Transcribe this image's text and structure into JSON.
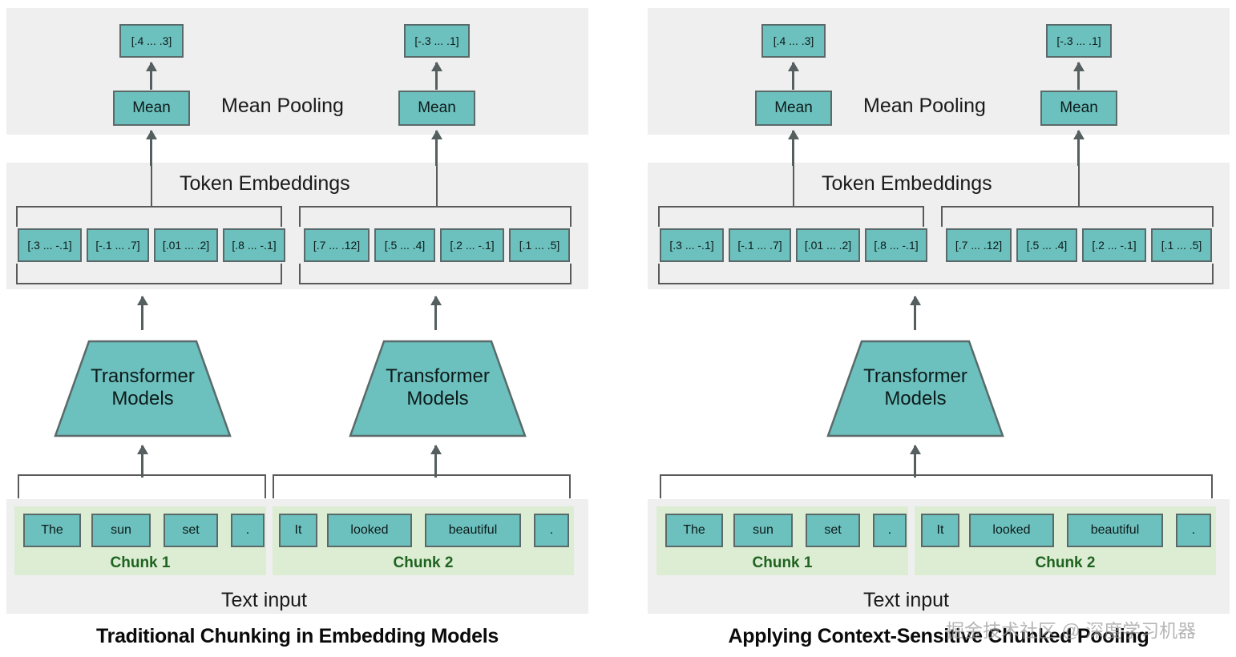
{
  "figure": {
    "left_title": "Traditional Chunking in Embedding Models",
    "right_title": "Applying Context-Sensitive Chunked Pooling",
    "watermark": "掘金技术社区 @ 深度学习机器"
  },
  "colors": {
    "teal_fill": "#6cc0bd",
    "box_border": "#5a6a6a",
    "band_bg": "#efefef",
    "chunk_bg": "#dcedd3",
    "chunk_label": "#1f6320",
    "arrow": "#555f5f",
    "page_bg": "#ffffff"
  },
  "labels": {
    "mean_pooling": "Mean Pooling",
    "token_embeddings": "Token Embeddings",
    "text_input": "Text input",
    "mean": "Mean",
    "transformer_line1": "Transformer",
    "transformer_line2": "Models"
  },
  "output_vectors": [
    {
      "value": "[.4 ... .3]"
    },
    {
      "value": "[-.3 ... .1]"
    }
  ],
  "token_embeddings": {
    "chunk1": [
      "[.3 ... -.1]",
      "[-.1 ... .7]",
      "[.01 ... .2]",
      "[.8 ... -.1]"
    ],
    "chunk2": [
      "[.7 ... .12]",
      "[.5 ... .4]",
      "[.2 ... -.1]",
      "[.1 ... .5]"
    ]
  },
  "tokens": {
    "chunk1": [
      "The",
      "sun",
      "set",
      "."
    ],
    "chunk2": [
      "It",
      "looked",
      "beautiful",
      "."
    ]
  },
  "chunks": [
    {
      "label": "Chunk 1"
    },
    {
      "label": "Chunk 2"
    }
  ],
  "panels": {
    "left": {
      "transformer_count": 2,
      "token_embedding_brackets": "split",
      "text_input_brackets": "split"
    },
    "right": {
      "transformer_count": 1,
      "token_embedding_brackets": "joined",
      "text_input_brackets": "joined"
    }
  }
}
